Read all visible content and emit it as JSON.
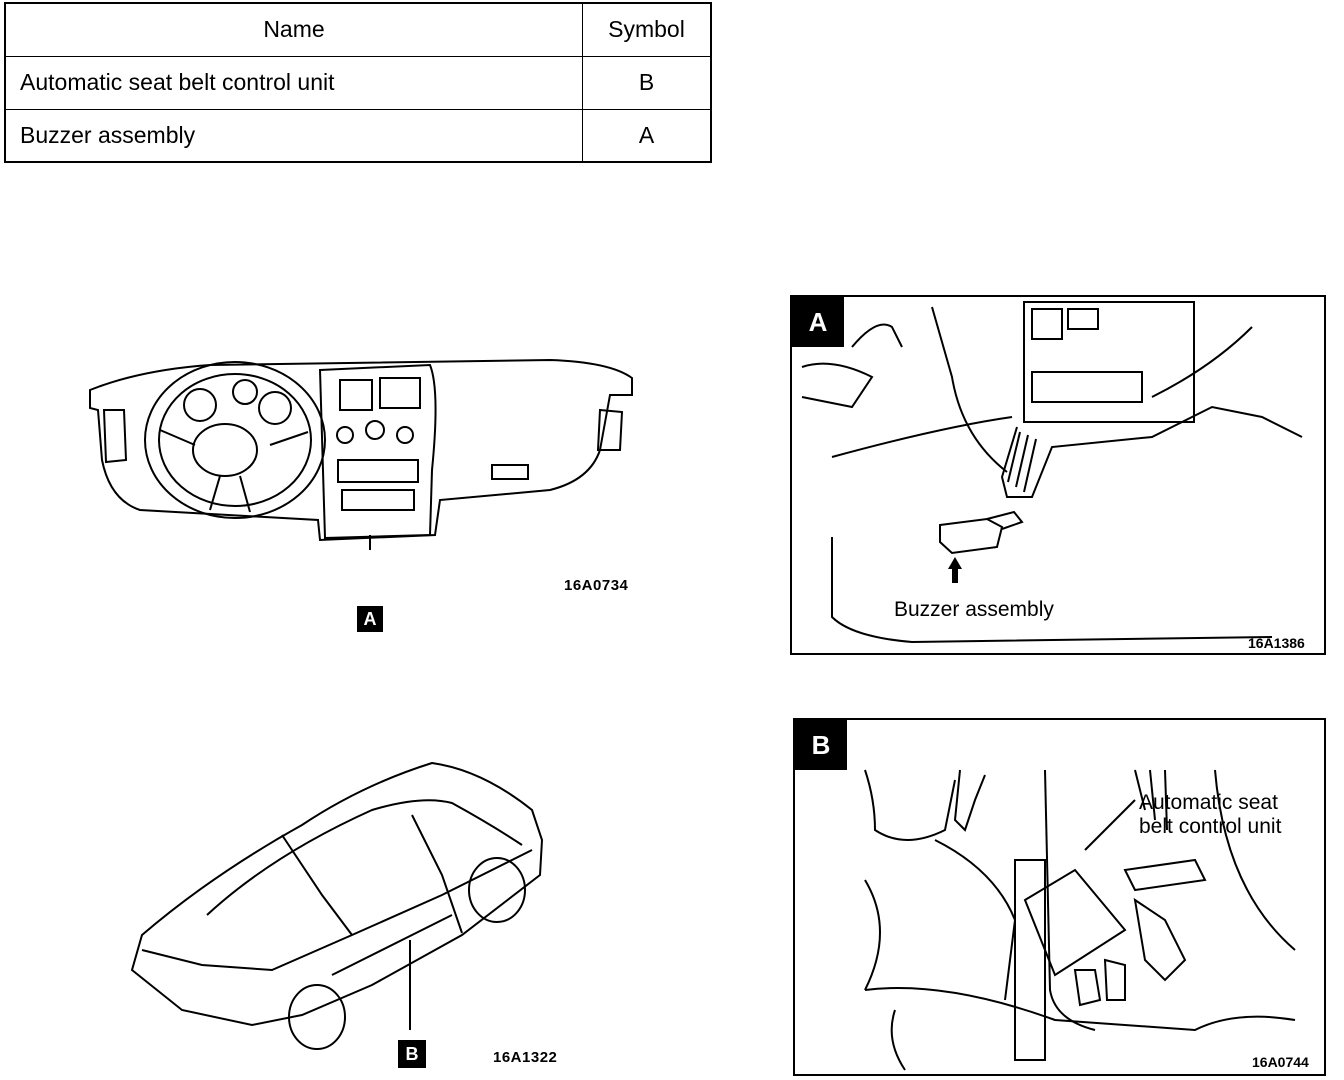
{
  "table": {
    "headers": {
      "name": "Name",
      "symbol": "Symbol"
    },
    "rows": [
      {
        "name": "Automatic seat belt control unit",
        "symbol": "B"
      },
      {
        "name": "Buzzer assembly",
        "symbol": "A"
      }
    ]
  },
  "figures": {
    "dashboard": {
      "code": "16A0734",
      "tag": "A"
    },
    "car": {
      "code": "16A1322",
      "tag": "B"
    },
    "detail_a": {
      "tag": "A",
      "label": "Buzzer assembly",
      "code": "16A1386"
    },
    "detail_b": {
      "tag": "B",
      "label_line1": "Automatic seat",
      "label_line2": "belt control unit",
      "code": "16A0744"
    }
  }
}
